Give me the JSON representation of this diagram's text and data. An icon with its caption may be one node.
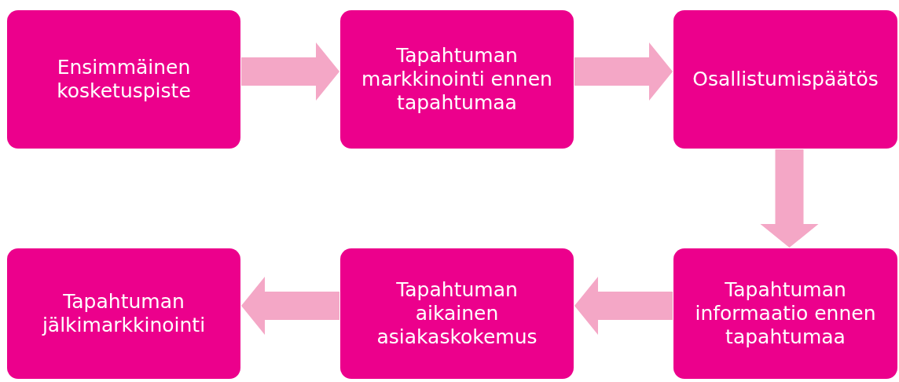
{
  "diagram": {
    "nodes": [
      {
        "text": [
          "Ensimmäinen kosketuspiste"
        ]
      },
      {
        "text": [
          "Tapahtuman markkinointi ennen tapahtumaa"
        ]
      },
      {
        "text": [
          "Osallistumispäätös"
        ]
      },
      {
        "text": [
          "Tapahtuman jälkimarkkinointi"
        ]
      },
      {
        "text": [
          "Tapahtuman aikainen asiakaskokemus"
        ]
      },
      {
        "text": [
          "Tapahtuman informaatio ennen tapahtumaa"
        ]
      }
    ],
    "edges": [
      {
        "from": 0,
        "to": 1,
        "arrow": "to"
      },
      {
        "from": 1,
        "to": 2,
        "arrow": "to"
      },
      {
        "from": 2,
        "to": 5,
        "arrow": "to"
      },
      {
        "from": 5,
        "to": 4,
        "arrow": "to"
      },
      {
        "from": 4,
        "to": 3,
        "arrow": "to"
      }
    ]
  }
}
